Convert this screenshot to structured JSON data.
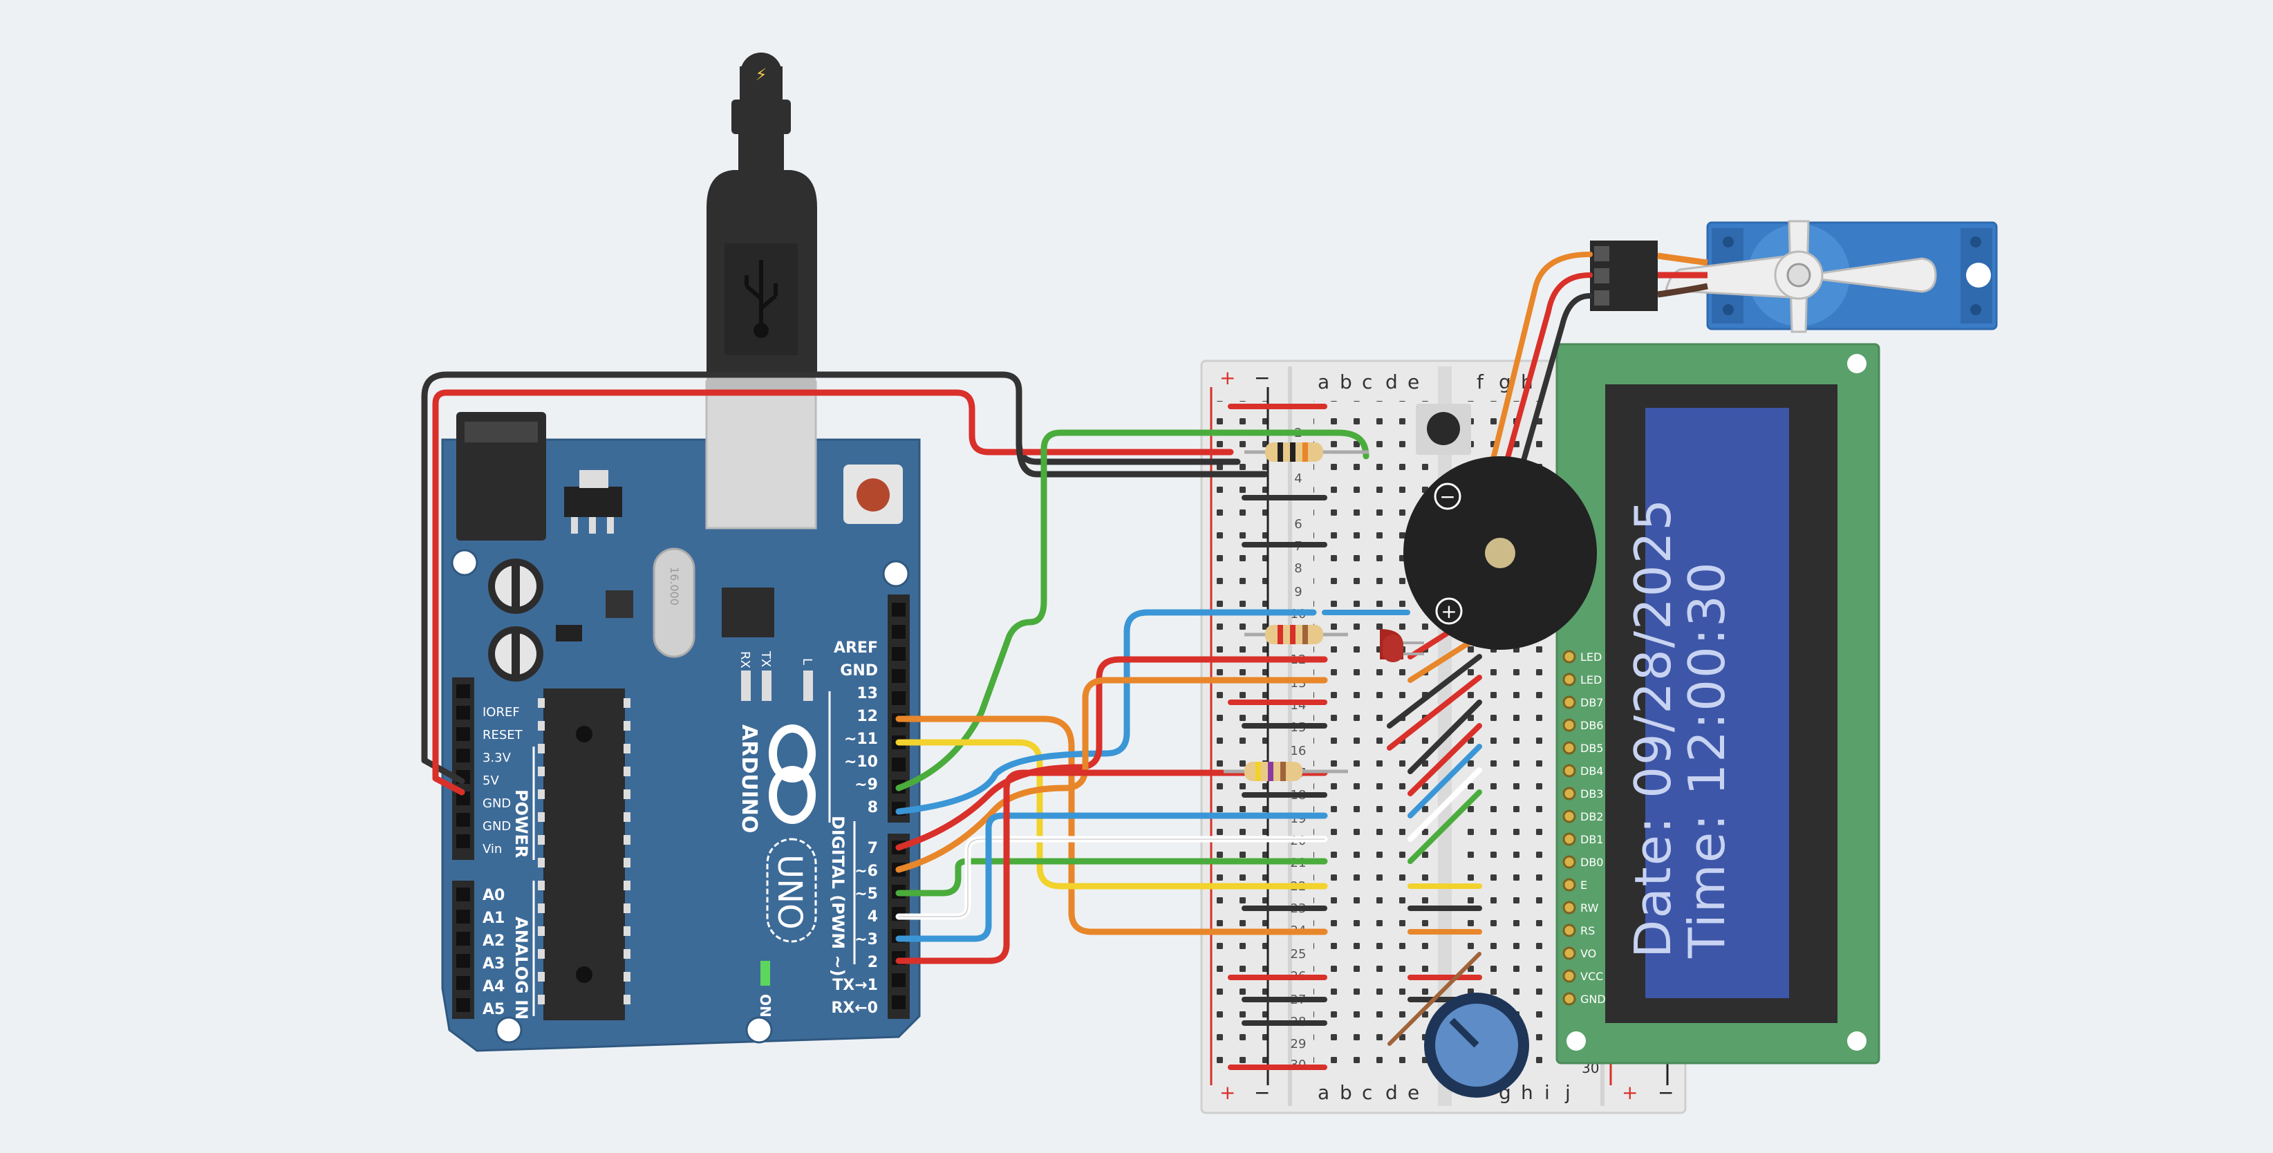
{
  "usb": {
    "icon": "lightning-icon",
    "symbol": "⚡"
  },
  "arduino": {
    "brand": "ARDUINO",
    "model": "UNO",
    "crystal": "16.000",
    "on_label": "ON",
    "tx_led": "TX",
    "rx_led": "RX",
    "l_led": "L",
    "digital_label": "DIGITAL (PWM ~)",
    "power_label": "POWER",
    "analog_label": "ANALOG IN",
    "top_pins": [
      "AREF",
      "GND",
      "13",
      "12",
      "~11",
      "~10",
      "~9",
      "8"
    ],
    "bottom_pins": [
      "7",
      "~6",
      "~5",
      "4",
      "~3",
      "2",
      "TX→1",
      "RX←0"
    ],
    "power_pins": [
      "IOREF",
      "RESET",
      "3.3V",
      "5V",
      "GND",
      "GND",
      "Vin"
    ],
    "analog_pins": [
      "A0",
      "A1",
      "A2",
      "A3",
      "A4",
      "A5"
    ]
  },
  "breadboard": {
    "plus": "+",
    "minus": "−",
    "top_cols": [
      "a",
      "b",
      "c",
      "d",
      "e",
      "f",
      "g",
      "h"
    ],
    "bottom_cols": [
      "a",
      "b",
      "c",
      "d",
      "e",
      "g",
      "h",
      "i",
      "j"
    ],
    "rows": [
      "2",
      "4",
      "6",
      "7",
      "8",
      "9",
      "10",
      "12",
      "13",
      "14",
      "15",
      "16",
      "17",
      "18",
      "19",
      "20",
      "21",
      "22",
      "23",
      "24",
      "25",
      "26",
      "27",
      "28",
      "29",
      "30"
    ],
    "last_row": "30"
  },
  "lcd": {
    "line1": "Date: 09/28/2025",
    "line2": "Time: 12:00:30",
    "pins": [
      "LED",
      "LED",
      "DB7",
      "DB6",
      "DB5",
      "DB4",
      "DB3",
      "DB2",
      "DB1",
      "DB0",
      "E",
      "RW",
      "RS",
      "VO",
      "VCC",
      "GND"
    ]
  },
  "buzzer": {
    "minus": "−",
    "plus": "+"
  },
  "colors": {
    "canvas": "#eef1f4",
    "arduino_board": "#3d6b98",
    "lcd_pcb": "#5aa06a",
    "lcd_screen": "#3d56a8",
    "wire_red": "#d9302a",
    "wire_black": "#333333",
    "wire_green": "#4aac3c",
    "wire_yellow": "#f2d22c",
    "wire_orange": "#e8862a",
    "wire_blue": "#3a96d6",
    "wire_white": "#ffffff"
  }
}
